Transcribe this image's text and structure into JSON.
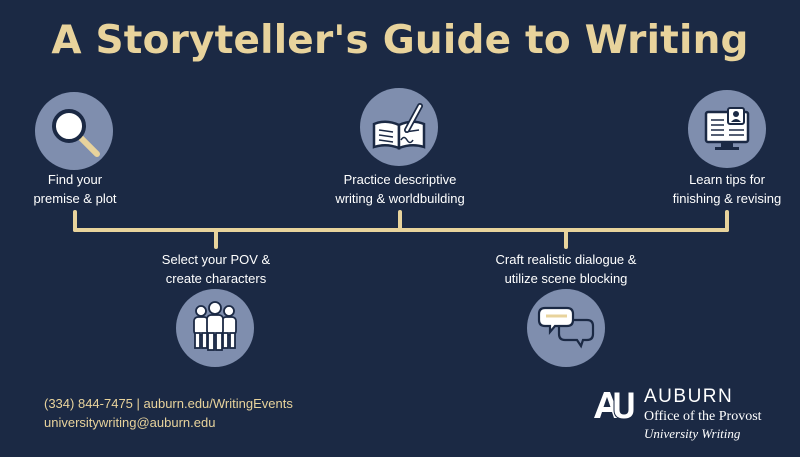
{
  "title": "A Storyteller's Guide to Writing",
  "colors": {
    "background": "#1b2944",
    "accent_gold": "#e8d39c",
    "circle_fill": "#7f8eae",
    "line_color": "#e8d39c"
  },
  "steps": [
    {
      "icon": "magnifying-glass-icon",
      "line1": "Find your",
      "line2": "premise & plot"
    },
    {
      "icon": "people-icon",
      "line1": "Select your POV &",
      "line2": "create characters"
    },
    {
      "icon": "book-pen-icon",
      "line1": "Practice descriptive",
      "line2": "writing & worldbuilding"
    },
    {
      "icon": "speech-bubbles-icon",
      "line1": "Craft realistic dialogue &",
      "line2": "utilize scene blocking"
    },
    {
      "icon": "monitor-document-icon",
      "line1": "Learn tips for",
      "line2": "finishing & revising"
    }
  ],
  "contact": {
    "line1": "(334) 844-7475 | auburn.edu/WritingEvents",
    "line2": "universitywriting@auburn.edu"
  },
  "logo": {
    "name": "AUBURN",
    "office": "Office of the Provost",
    "unit": "University Writing"
  }
}
